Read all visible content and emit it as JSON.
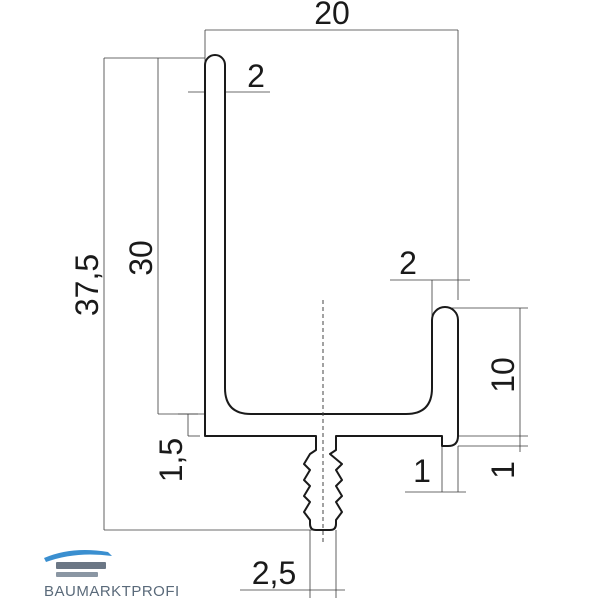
{
  "dimensions": {
    "total_width": "20",
    "top_wall_thickness": "2",
    "total_height": "37,5",
    "inner_height": "30",
    "right_wall_thickness": "2",
    "right_leg_height": "10",
    "base_thickness": "1,5",
    "lip_width": "1",
    "lip_height": "1",
    "tongue_width": "2,5"
  },
  "logo": {
    "text": "BAUMARKTPROFI",
    "colors": {
      "blue": "#3a8fd0",
      "gray": "#6b7785"
    }
  }
}
